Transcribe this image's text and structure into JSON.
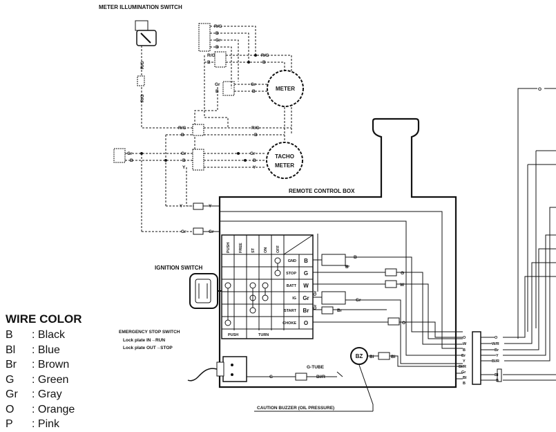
{
  "labels": {
    "meter_illum": "METER ILLUMINATION SWITCH",
    "meter": "METER",
    "tacho1": "TACHO",
    "tacho2": "METER",
    "remote_box": "REMOTE CONTROL BOX",
    "ignition_switch": "IGNITION SWITCH",
    "estop1": "EMERGENCY STOP SWITCH",
    "estop2": "Lock plate IN→RUN",
    "estop3": "Lock plate OUT→STOP",
    "caution": "CAUTION BUZZER (OIL PRESSURE)",
    "gtube": "G-TUBE",
    "bz": "BZ"
  },
  "switch": {
    "cols": [
      "PUSH",
      "FREE",
      "ST",
      "ON",
      "OFF"
    ],
    "rows": [
      "GND",
      "STOP",
      "BATT",
      "IG",
      "START",
      "CHOKE"
    ],
    "terms": [
      "B",
      "G",
      "W",
      "Gr",
      "Br",
      "O"
    ],
    "push": "PUSH",
    "turn": "TURN"
  },
  "wires": {
    "rg": "R/G",
    "b": "B",
    "gr": "Gr",
    "y": "Y",
    "g": "G",
    "w": "W",
    "br": "Br",
    "o": "O",
    "bl": "Bl",
    "blr": "Bl/R",
    "wr": "W/R"
  },
  "wire_color": {
    "title": "WIRE COLOR",
    "items": [
      {
        "code": "B",
        "name": ": Black"
      },
      {
        "code": "Bl",
        "name": ": Blue"
      },
      {
        "code": "Br",
        "name": ": Brown"
      },
      {
        "code": "G",
        "name": ": Green"
      },
      {
        "code": "Gr",
        "name": ": Gray"
      },
      {
        "code": "O",
        "name": ": Orange"
      },
      {
        "code": "P",
        "name": ": Pink"
      }
    ]
  }
}
